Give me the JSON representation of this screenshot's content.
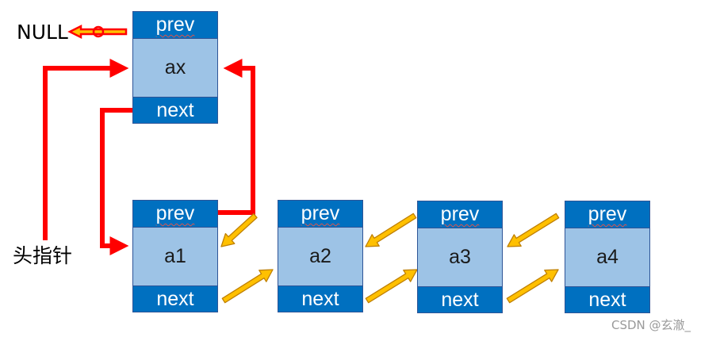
{
  "labels": {
    "null_label": "NULL",
    "head_pointer": "头指针"
  },
  "nodes": [
    {
      "id": "ax",
      "prev": "prev",
      "value": "ax",
      "next": "next"
    },
    {
      "id": "a1",
      "prev": "prev",
      "value": "a1",
      "next": "next"
    },
    {
      "id": "a2",
      "prev": "prev",
      "value": "a2",
      "next": "next"
    },
    {
      "id": "a3",
      "prev": "prev",
      "value": "a3",
      "next": "next"
    },
    {
      "id": "a4",
      "prev": "prev",
      "value": "a4",
      "next": "next"
    }
  ],
  "colors": {
    "pointer_field": "#0070c0",
    "value_field": "#9dc3e6",
    "node_border": "#2f5597",
    "insert_arrow": "#ff0000",
    "link_arrow": "#ffc000",
    "link_arrow_outline": "#c08000"
  },
  "watermark": "CSDN @玄澈_"
}
